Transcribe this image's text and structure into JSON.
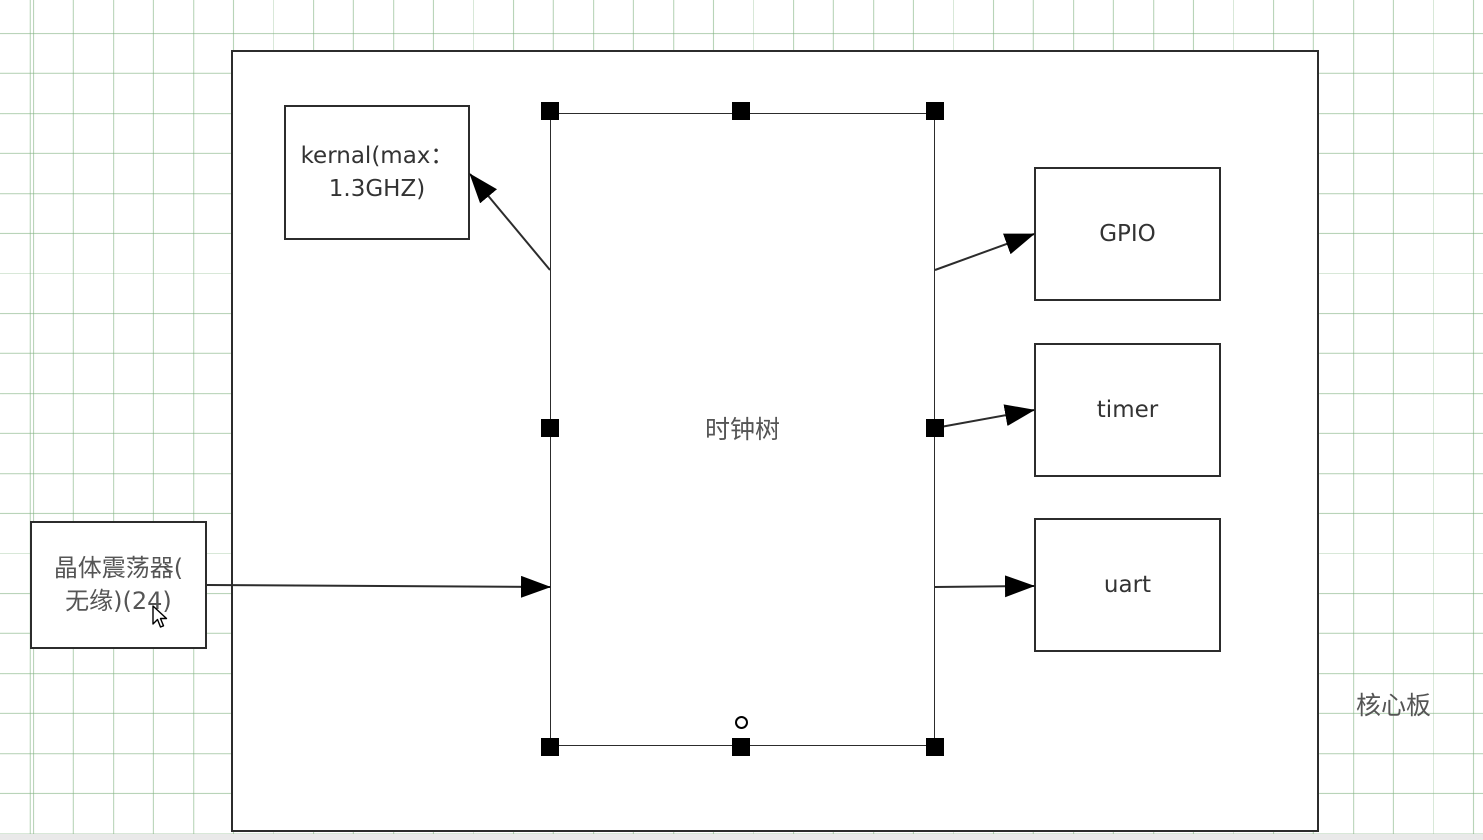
{
  "diagram": {
    "board_label": "核心板",
    "clock_tree": {
      "label": "时钟树"
    },
    "kernal": {
      "label": "kernal(max：\n1.3GHZ)"
    },
    "gpio": {
      "label": "GPIO"
    },
    "timer": {
      "label": "timer"
    },
    "uart": {
      "label": "uart"
    },
    "oscillator": {
      "label": "晶体震荡器(\n无缘)(24)"
    }
  },
  "colors": {
    "grid": "#7eb07e",
    "stroke": "#2c2c2c",
    "handle": "#000000"
  },
  "icons": {
    "cursor": "mouse-pointer-icon",
    "rotate": "rotate-handle-icon"
  }
}
